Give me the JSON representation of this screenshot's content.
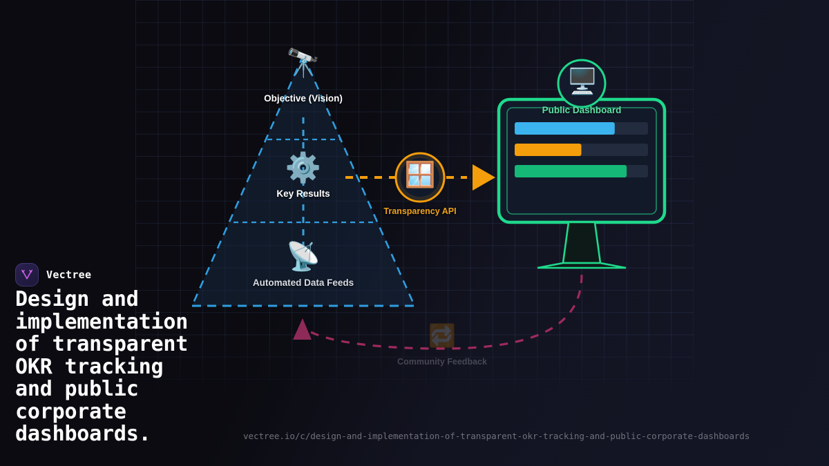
{
  "brand": {
    "name": "Vectree",
    "logo_icon": "vectree-v-tree-icon",
    "logo_bg": "#231c44",
    "logo_glyph_color": "#c862e8"
  },
  "headline": "Design and\nimplementation\nof transparent\nOKR tracking\nand public\ncorporate\ndashboards.",
  "footer": {
    "url": "vectree.io/c/design-and-implementation-of-transparent-okr-tracking-and-public-corporate-dashboards"
  },
  "diagram": {
    "pyramid": {
      "name": "okr-pyramid",
      "stroke": "#2f9fe0",
      "apex_label_icon": "telescope-icon",
      "levels": [
        {
          "id": "objective",
          "label": "Objective (Vision)",
          "icon": "telescope-icon",
          "icon_glyph": "🔭",
          "label_color": "#ffffff"
        },
        {
          "id": "key-results",
          "label": "Key Results",
          "icon": "gear-icon",
          "icon_glyph": "⚙️",
          "label_color": "#ffffff"
        },
        {
          "id": "data-feeds",
          "label": "Automated Data Feeds",
          "icon": "satellite-dish-icon",
          "icon_glyph": "📡",
          "label_color": "#d7dbe2"
        }
      ]
    },
    "api_node": {
      "name": "transparency-api-node",
      "label": "Transparency API",
      "icon": "window-icon",
      "icon_glyph": "🪟",
      "ring_color": "#f59e0b",
      "label_color": "#f0a21c",
      "connector_color": "#f59e0b",
      "connector_style": "dashed-arrow"
    },
    "dashboard": {
      "name": "public-dashboard-monitor",
      "title": "Public Dashboard",
      "icon": "desktop-computer-icon",
      "icon_glyph": "🖥️",
      "frame_color": "#1fd98c",
      "inner_frame_color": "#1a8a63",
      "title_color": "#5fe0a4",
      "track_color": "#232c3e",
      "bars": [
        {
          "name": "dashboard-bar-1",
          "color": "#3bb3ef",
          "percent": 75
        },
        {
          "name": "dashboard-bar-2",
          "color": "#f59e0b",
          "percent": 50
        },
        {
          "name": "dashboard-bar-3",
          "color": "#15b877",
          "percent": 84
        }
      ]
    },
    "feedback_loop": {
      "name": "community-feedback-loop",
      "label": "Community Feedback",
      "icon": "repeat-arrows-icon",
      "icon_glyph": "🔁",
      "curve_color": "#9e2a5c",
      "label_color": "#5a5a68",
      "style": "dashed-curve-arrow"
    }
  },
  "canvas": {
    "background": "#0b0b11",
    "grid_color": "#566eaa"
  }
}
